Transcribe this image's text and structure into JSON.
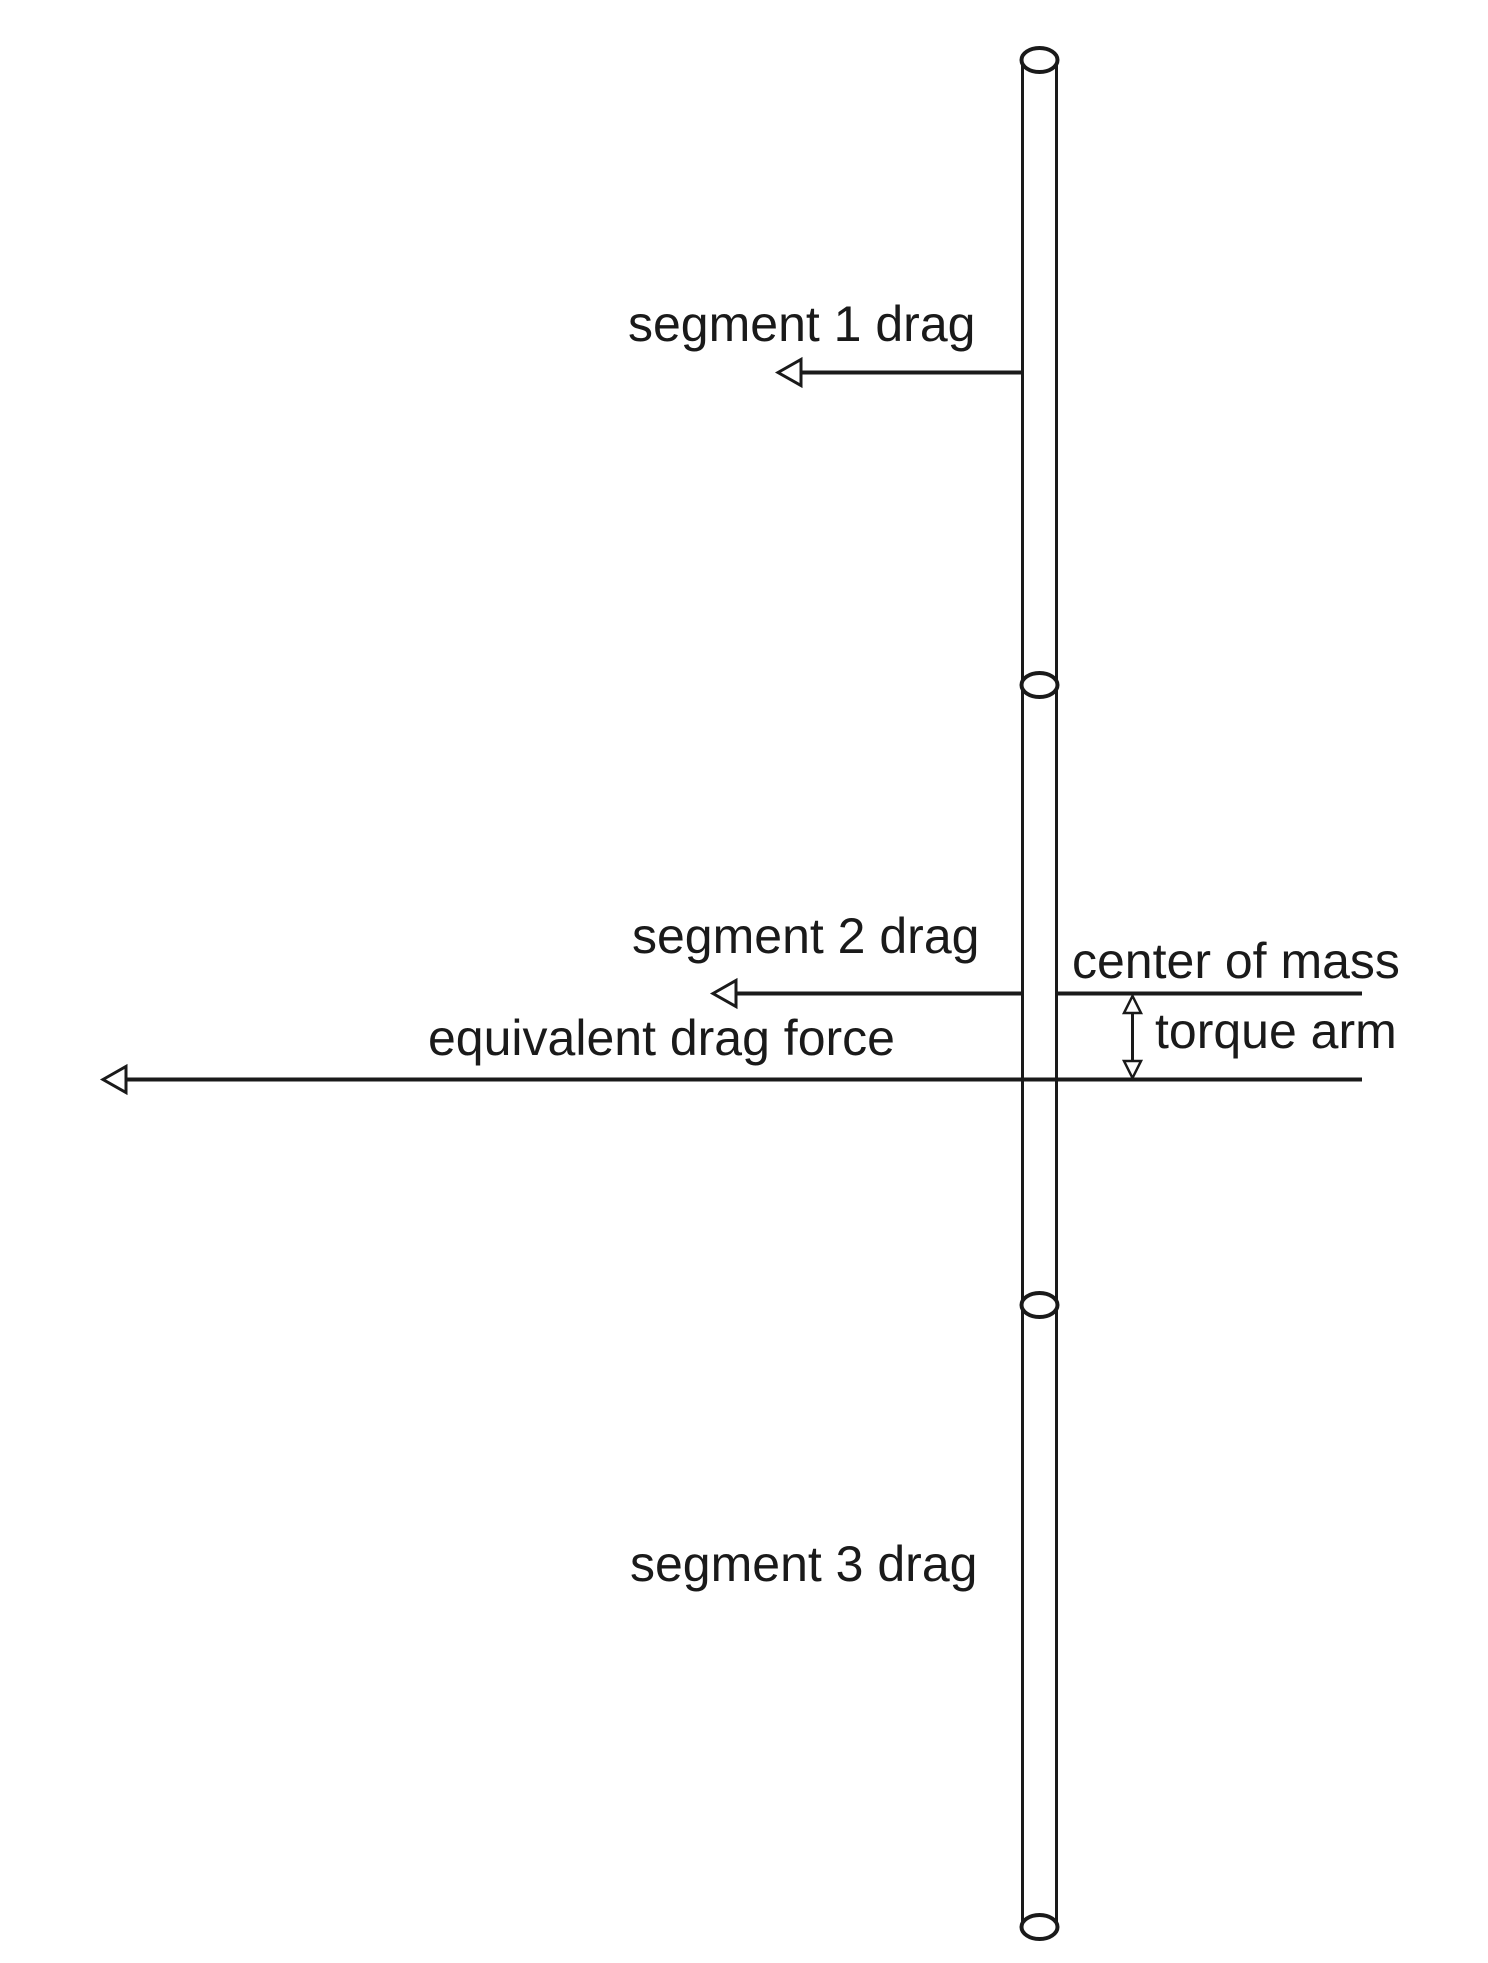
{
  "diagram": {
    "labels": {
      "segment1_drag": "segment 1 drag",
      "segment2_drag": "segment 2 drag",
      "segment3_drag": "segment 3 drag",
      "center_of_mass": "center of mass",
      "torque_arm": "torque arm",
      "equivalent_drag_force": "equivalent drag force"
    },
    "colors": {
      "ink": "#1a1a1a",
      "background": "#ffffff"
    }
  }
}
